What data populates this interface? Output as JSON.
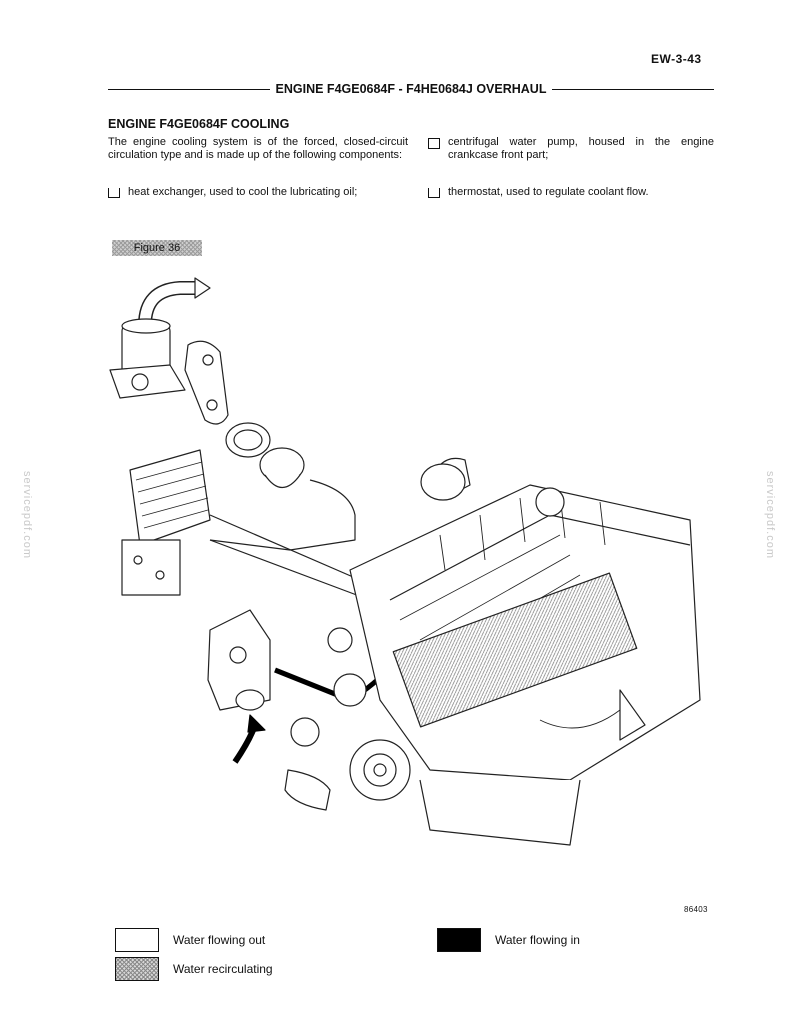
{
  "page": {
    "number": "EW-3-43",
    "header_title": "ENGINE F4GE0684F - F4HE0684J OVERHAUL"
  },
  "section": {
    "heading": "ENGINE F4GE0684F COOLING",
    "intro": "The engine cooling system is of the forced, closed-circuit circulation type and is made up of the following components:",
    "components": [
      "heat exchanger, used to cool the lubricating oil;",
      "centrifugal water pump, housed in the engine crankcase front part;",
      "thermostat, used to regulate coolant flow."
    ]
  },
  "figure": {
    "label": "Figure 36",
    "code": "86403",
    "legend": [
      {
        "label": "Water flowing out",
        "color": "#ffffff"
      },
      {
        "label": "Water flowing in",
        "color": "#000000"
      },
      {
        "label": "Water recirculating",
        "color": "#bdbdbd"
      }
    ]
  },
  "watermark": "servicepdf.com"
}
